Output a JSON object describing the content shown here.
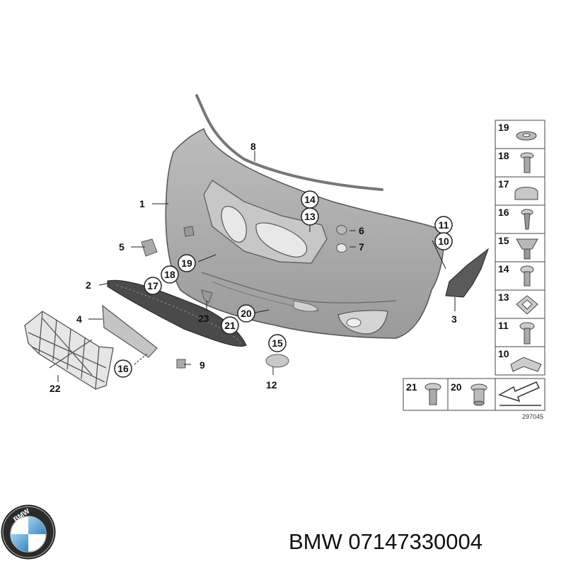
{
  "diagram": {
    "callouts": [
      {
        "id": "c1",
        "label": "1"
      },
      {
        "id": "c2",
        "label": "2"
      },
      {
        "id": "c3",
        "label": "3"
      },
      {
        "id": "c4",
        "label": "4"
      },
      {
        "id": "c5",
        "label": "5"
      },
      {
        "id": "c6",
        "label": "6"
      },
      {
        "id": "c7",
        "label": "7"
      },
      {
        "id": "c8",
        "label": "8"
      },
      {
        "id": "c9",
        "label": "9"
      },
      {
        "id": "c10",
        "label": "10"
      },
      {
        "id": "c11",
        "label": "11"
      },
      {
        "id": "c12",
        "label": "12"
      },
      {
        "id": "c13",
        "label": "13"
      },
      {
        "id": "c14",
        "label": "14"
      },
      {
        "id": "c15",
        "label": "15"
      },
      {
        "id": "c16",
        "label": "16"
      },
      {
        "id": "c17",
        "label": "17"
      },
      {
        "id": "c18",
        "label": "18"
      },
      {
        "id": "c19",
        "label": "19"
      },
      {
        "id": "c20",
        "label": "20"
      },
      {
        "id": "c21",
        "label": "21"
      },
      {
        "id": "c22",
        "label": "22"
      },
      {
        "id": "c23",
        "label": "23"
      }
    ],
    "legend": {
      "rows": [
        {
          "label": "19",
          "part": "washer-icon"
        },
        {
          "label": "18",
          "part": "screw-icon"
        },
        {
          "label": "17",
          "part": "cap-icon"
        },
        {
          "label": "16",
          "part": "rivet-icon"
        },
        {
          "label": "15",
          "part": "expanding-nut-icon"
        },
        {
          "label": "14",
          "part": "screw-icon"
        },
        {
          "label": "13",
          "part": "grommet-icon"
        },
        {
          "label": "11",
          "part": "screw-icon"
        },
        {
          "label": "10",
          "part": "clip-icon"
        }
      ],
      "bottom": [
        {
          "label": "21",
          "part": "bolt-icon"
        },
        {
          "label": "20",
          "part": "spacer-icon"
        },
        {
          "label": "",
          "part": "arrow-icon"
        }
      ],
      "diagram_number": "297045"
    },
    "footer": {
      "brand_logo_text": "BMW",
      "caption": "BMW 07147330004"
    }
  }
}
